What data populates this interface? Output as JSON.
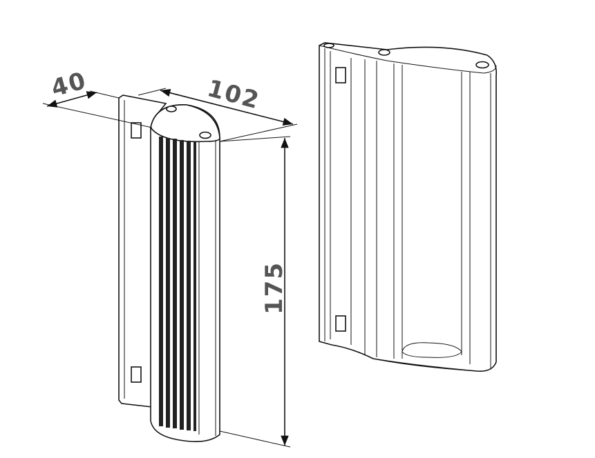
{
  "dimensions": {
    "depth": "40",
    "width": "102",
    "height": "175"
  },
  "colors": {
    "line": "#111111",
    "dimension_text": "#555555",
    "background": "#ffffff"
  }
}
